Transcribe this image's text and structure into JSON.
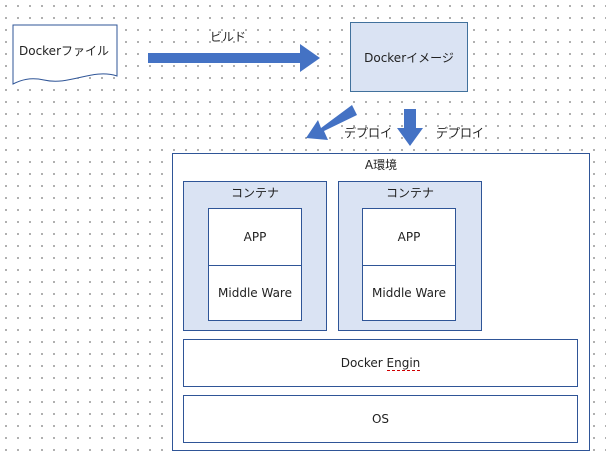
{
  "diagram": {
    "docker_file": "Dockerファイル",
    "build_label": "ビルド",
    "docker_image": "Dockerイメージ",
    "deploy_left_label": "デプロイ",
    "deploy_right_label": "デプロイ",
    "environment_title": "A環境",
    "containers": [
      {
        "title": "コンテナ",
        "app": "APP",
        "middleware": "Middle Ware"
      },
      {
        "title": "コンテナ",
        "app": "APP",
        "middleware": "Middle Ware"
      }
    ],
    "engine_prefix": "Docker ",
    "engine_word": "Engin",
    "os": "OS"
  },
  "colors": {
    "arrow": "#4472c4",
    "box_fill": "#dae3f3",
    "border": "#2f5597"
  }
}
